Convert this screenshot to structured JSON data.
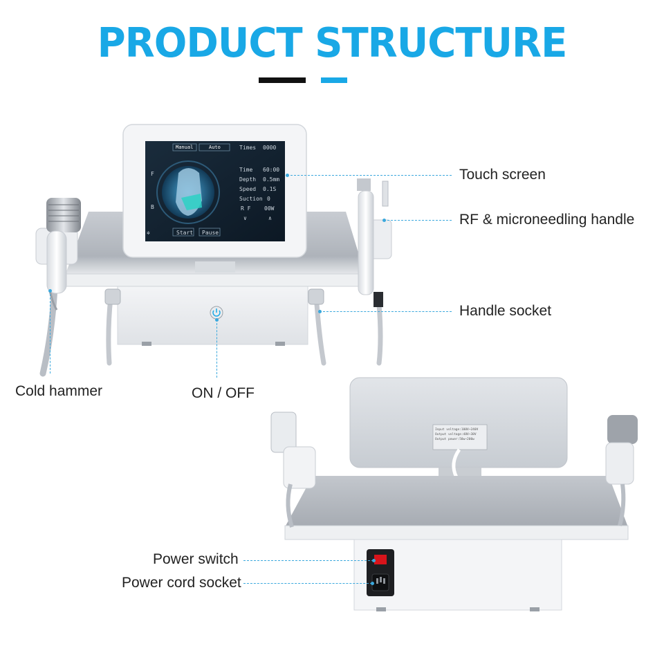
{
  "header": {
    "title": "PRODUCT STRUCTURE"
  },
  "callouts": {
    "touch_screen": "Touch screen",
    "rf_handle": "RF & microneedling handle",
    "handle_socket": "Handle socket",
    "cold_hammer": "Cold hammer",
    "on_off": "ON / OFF",
    "power_switch": "Power switch",
    "power_cord_socket": "Power cord socket"
  },
  "screen": {
    "mode_manual": "Manual",
    "mode_auto": "Auto",
    "times_label": "Times",
    "times_value": "0000",
    "params": [
      {
        "label": "Time",
        "value": "60:00"
      },
      {
        "label": "Depth",
        "value": "0.5mm"
      },
      {
        "label": "Speed",
        "value": "0.1S"
      },
      {
        "label": "Suction",
        "value": "0"
      },
      {
        "label": "R F",
        "value": "00W"
      }
    ],
    "start_label": "Start",
    "pause_label": "Pause",
    "side_letters": [
      "F",
      "B"
    ]
  },
  "rear_plate": {
    "lines": [
      "Input voltage:100V~240V",
      "Output voltage:48V~38V",
      "Output power:50w~200w"
    ]
  },
  "colors": {
    "accent": "#19a8e6",
    "lead_line": "#3aa8dd",
    "switch_red": "#d8141b"
  }
}
